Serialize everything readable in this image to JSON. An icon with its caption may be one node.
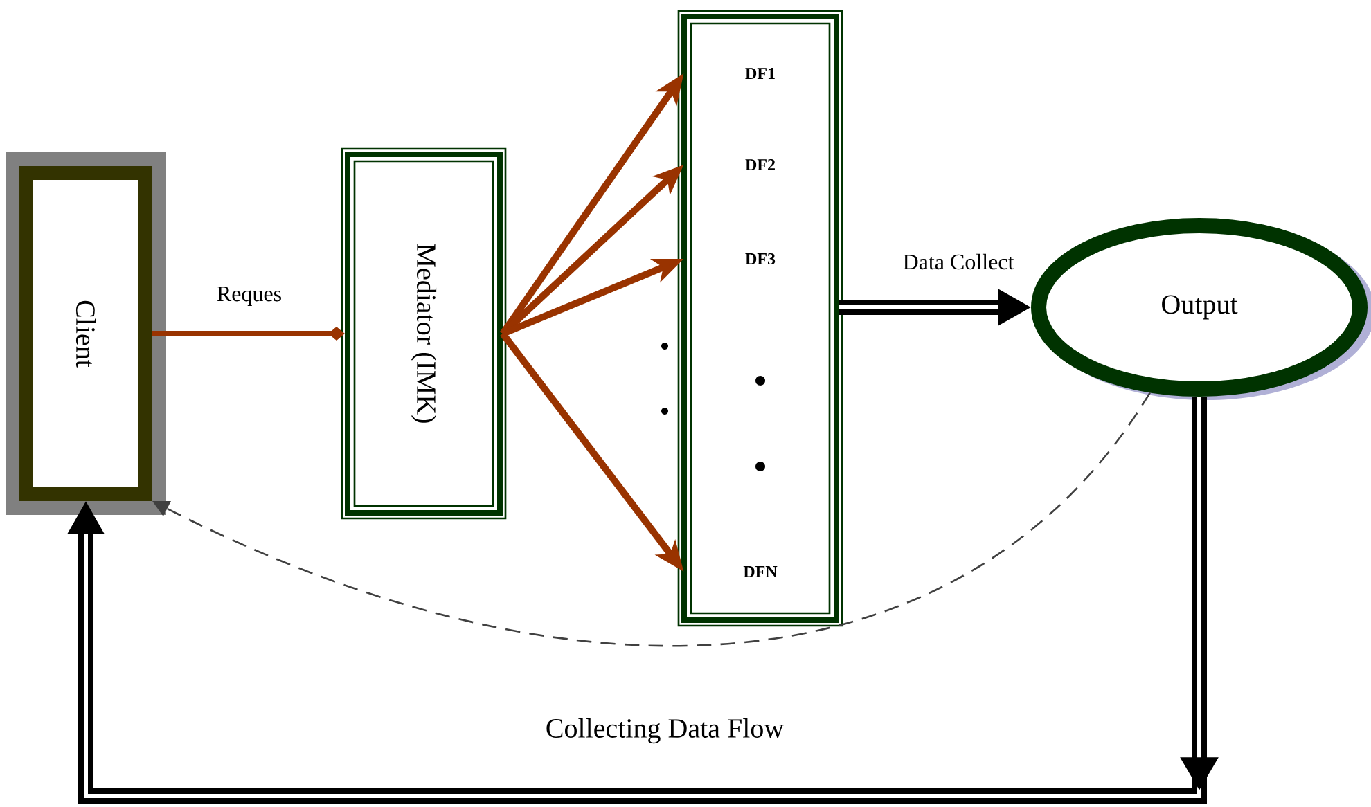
{
  "diagram": {
    "nodes": [
      {
        "text": [
          "Client"
        ]
      },
      {
        "text": [
          "Mediator (IMK)"
        ]
      },
      {
        "text": [],
        "shape": "box"
      },
      {
        "text": [
          "DF1"
        ],
        "in": 2
      },
      {
        "text": [
          "DF2"
        ],
        "in": 2
      },
      {
        "text": [
          "DF3"
        ],
        "in": 2
      },
      {
        "text": [
          "DFN"
        ],
        "in": 2
      },
      {
        "text": [
          "Output"
        ]
      }
    ],
    "edges": [
      {
        "from": 0,
        "to": 1,
        "arrow": "other",
        "label": "Reques"
      },
      {
        "from": 1,
        "to": 3,
        "arrow": "to"
      },
      {
        "from": 1,
        "to": 4,
        "arrow": "to"
      },
      {
        "from": 1,
        "to": 5,
        "arrow": "to"
      },
      {
        "from": 1,
        "to": 6,
        "arrow": "to"
      },
      {
        "from": 2,
        "to": 7,
        "arrow": "to",
        "label": "Data Collect",
        "style": "thick",
        "color": "#000000"
      },
      {
        "from": 7,
        "to": 0,
        "arrow": "to",
        "style": "thick",
        "color": "#000000"
      },
      {
        "from": 7,
        "to": 0,
        "arrow": "to",
        "label": "Collecting Data Flow",
        "style": "dashed",
        "color": "#404040"
      }
    ]
  }
}
